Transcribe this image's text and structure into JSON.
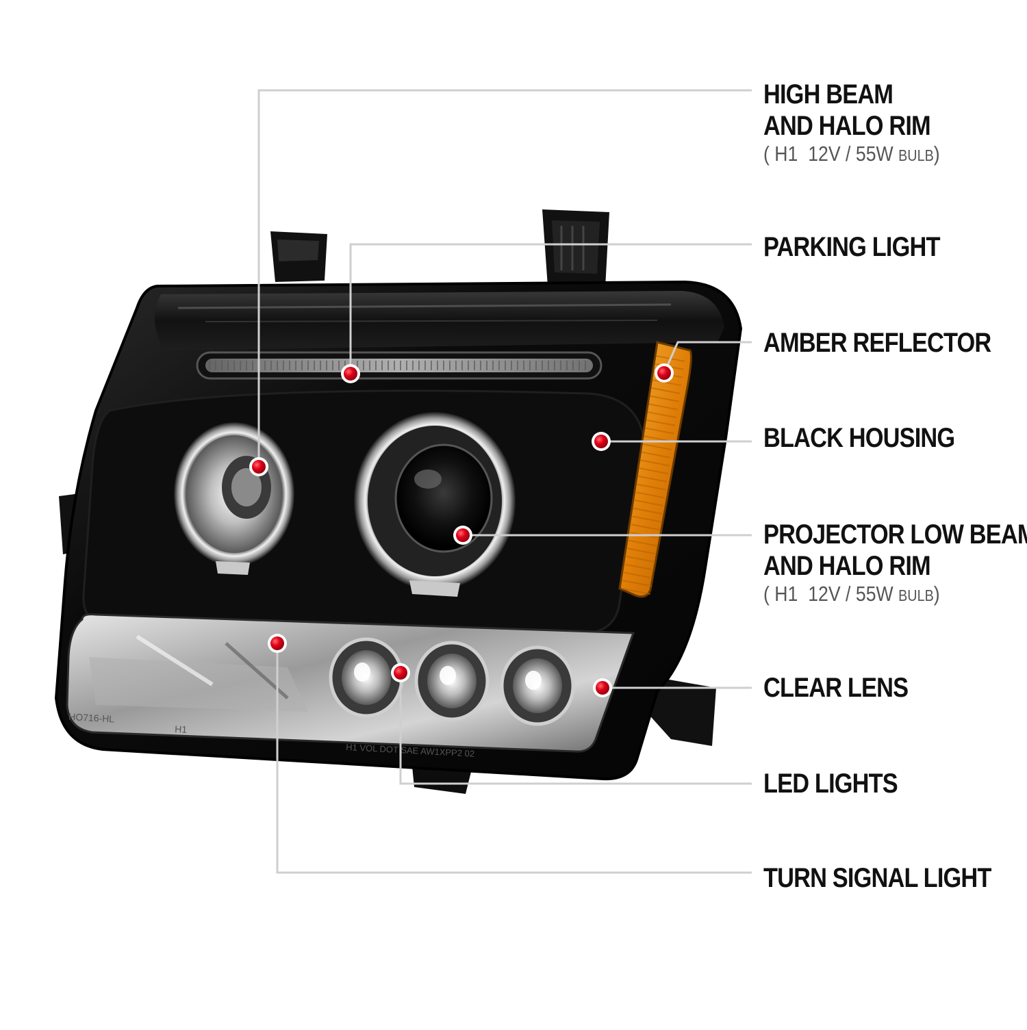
{
  "diagram": {
    "colors": {
      "leader_line": "#cfcfcf",
      "marker_dot": "#e0001a",
      "housing": "#0a0a0a",
      "chrome": "#c8c8c8",
      "amber": "#e8890c",
      "label_text": "#111111",
      "spec_text": "#555555"
    },
    "callouts": [
      {
        "id": "high-beam",
        "lines": [
          "HIGH BEAM",
          "AND HALO RIM"
        ],
        "spec": {
          "open": "(",
          "bulb": "H1",
          "rating": "12V / 55W",
          "unit": "BULB",
          "close": ")"
        }
      },
      {
        "id": "parking-light",
        "lines": [
          "PARKING LIGHT"
        ]
      },
      {
        "id": "amber-reflector",
        "lines": [
          "AMBER REFLECTOR"
        ]
      },
      {
        "id": "black-housing",
        "lines": [
          "BLACK HOUSING"
        ]
      },
      {
        "id": "projector-low-beam",
        "lines": [
          "PROJECTOR LOW BEAM",
          "AND HALO RIM"
        ],
        "spec": {
          "open": "(",
          "bulb": "H1",
          "rating": "12V / 55W",
          "unit": "BULB",
          "close": ")"
        }
      },
      {
        "id": "clear-lens",
        "lines": [
          "CLEAR LENS"
        ]
      },
      {
        "id": "led-lights",
        "lines": [
          "LED LIGHTS"
        ]
      },
      {
        "id": "turn-signal-light",
        "lines": [
          "TURN SIGNAL LIGHT"
        ]
      }
    ],
    "lens_markings": [
      "HO716-HL",
      "H1",
      "H1  VOL  DOT  SAE  AW1XPP2  02"
    ]
  }
}
